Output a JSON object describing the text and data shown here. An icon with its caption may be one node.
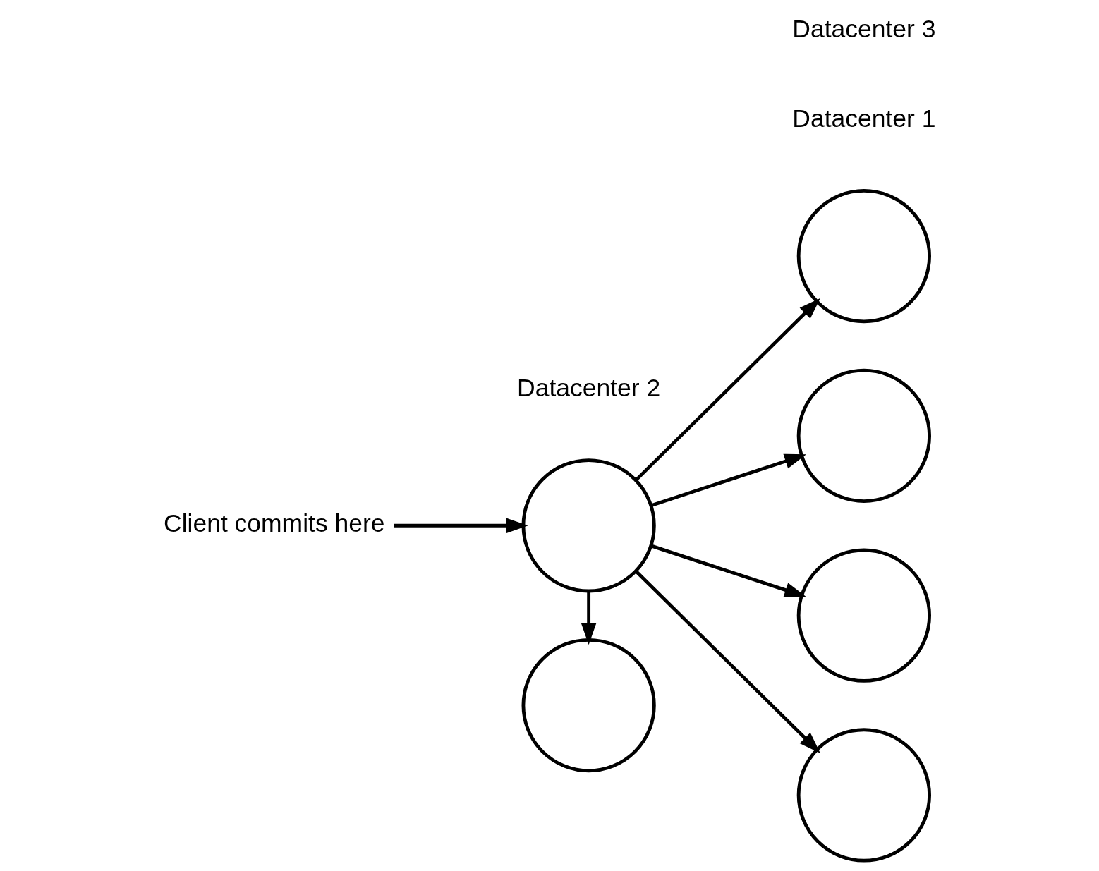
{
  "diagram": {
    "nodes": [
      {
        "text": [
          "Client commits here"
        ]
      },
      {
        "text": [],
        "shape": "circle"
      },
      {
        "text": [],
        "shape": "circle"
      },
      {
        "text": [],
        "shape": "circle"
      },
      {
        "text": [],
        "shape": "circle"
      },
      {
        "text": [],
        "shape": "circle"
      },
      {
        "text": [],
        "shape": "circle"
      }
    ],
    "edges": [
      {
        "from": 0,
        "to": 1,
        "arrow": "to"
      },
      {
        "from": 1,
        "to": 2,
        "arrow": "to"
      },
      {
        "from": 1,
        "to": 4,
        "arrow": "to"
      },
      {
        "from": 1,
        "to": 3,
        "arrow": "to"
      },
      {
        "from": 1,
        "to": 6,
        "arrow": "to"
      },
      {
        "from": 1,
        "to": 5,
        "arrow": "to"
      }
    ],
    "labels": [
      "Datacenter 1",
      "Datacenter 3",
      "Datacenter 2"
    ]
  }
}
